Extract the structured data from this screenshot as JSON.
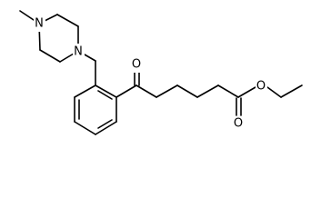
{
  "structure": {
    "bond_color": "#000000",
    "background_color": "#ffffff",
    "atoms": {
      "methyl_n": "N",
      "benzyl_n": "N",
      "ketone_o": "O",
      "ester_carbonyl_o": "O",
      "ester_ether_o": "O"
    }
  }
}
